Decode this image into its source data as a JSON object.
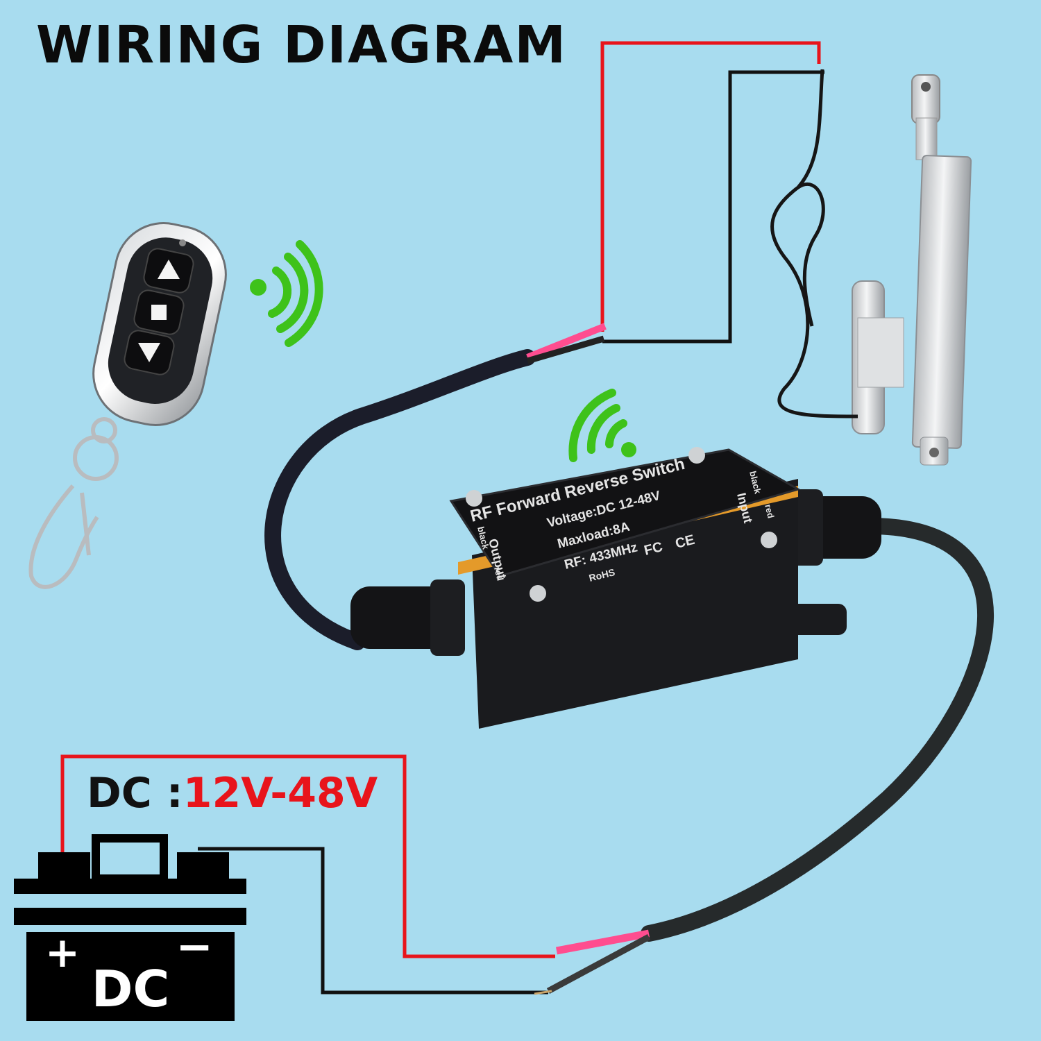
{
  "title": "WIRING DIAGRAM",
  "supply": {
    "prefix": "DC",
    "separator": ":",
    "range": "12V-48V"
  },
  "battery": {
    "plus": "+",
    "minus": "−",
    "label": "DC"
  },
  "module": {
    "name": "RF Forward Reverse Switch",
    "voltage": "Voltage:DC 12-48V",
    "maxload": "Maxload:8A",
    "rf": "RF: 433MHz",
    "input_label": "Input",
    "output_label": "Output",
    "black_label": "black",
    "red_label": "red",
    "rohs": "RoHS",
    "fc": "FC",
    "ce": "CE"
  },
  "remote": {
    "buttons": [
      "up-arrow-icon",
      "stop-square-icon",
      "down-arrow-icon"
    ]
  },
  "colors": {
    "background": "#a8dcef",
    "positive_wire": "#e8141b",
    "negative_wire": "#111111",
    "signal": "#3ec21a"
  }
}
